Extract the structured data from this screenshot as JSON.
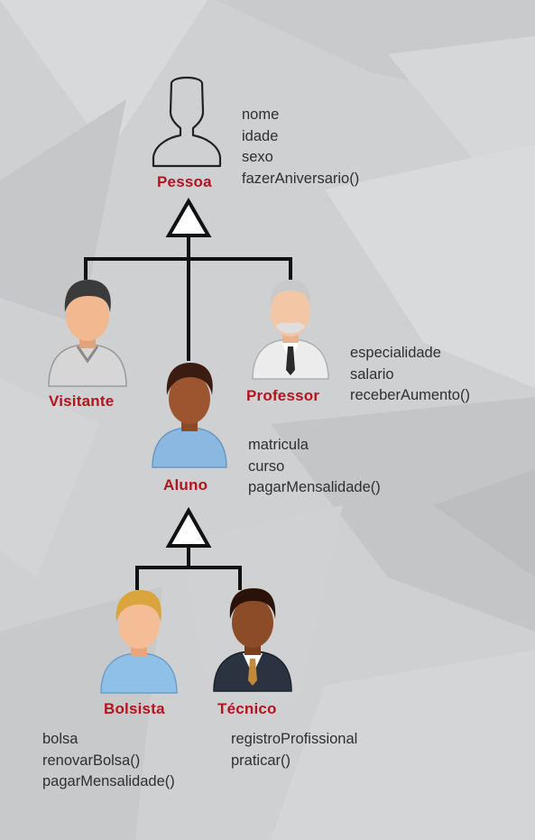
{
  "classes": {
    "pessoa": {
      "name": "Pessoa",
      "members": [
        "nome",
        "idade",
        "sexo",
        "fazerAniversario()"
      ]
    },
    "visitante": {
      "name": "Visitante",
      "members": []
    },
    "professor": {
      "name": "Professor",
      "members": [
        "especialidade",
        "salario",
        "receberAumento()"
      ]
    },
    "aluno": {
      "name": "Aluno",
      "members": [
        "matricula",
        "curso",
        "pagarMensalidade()"
      ]
    },
    "bolsista": {
      "name": "Bolsista",
      "members": [
        "bolsa",
        "renovarBolsa()",
        "pagarMensalidade()"
      ]
    },
    "tecnico": {
      "name": "Técnico",
      "members": [
        "registroProfissional",
        "praticar()"
      ]
    }
  },
  "colors": {
    "class_label": "#b3141e",
    "member_text": "#2f2f2f",
    "connector": "#111111",
    "background": "#cfd0d2"
  },
  "icons": {
    "pessoa": "person-outline-icon",
    "visitante": "person-grey-shirt-icon",
    "professor": "elderly-person-suit-icon",
    "aluno": "student-person-icon",
    "bolsista": "blonde-person-icon",
    "tecnico": "person-suit-tie-icon"
  }
}
